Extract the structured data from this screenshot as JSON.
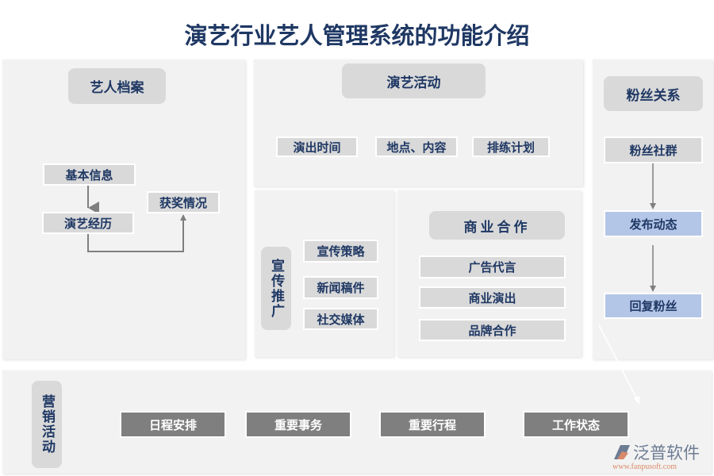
{
  "title": "演艺行业艺人管理系统的功能介绍",
  "artist_profile": {
    "header": "艺人档案",
    "basic_info": "基本信息",
    "career": "演艺经历",
    "awards": "获奖情况"
  },
  "performance": {
    "header": "演艺活动",
    "items": [
      "演出时间",
      "地点、内容",
      "排练计划"
    ]
  },
  "promotion": {
    "header": "宣传推广",
    "items": [
      "宣传策略",
      "新闻稿件",
      "社交媒体"
    ]
  },
  "business": {
    "header": "商业合作",
    "items": [
      "广告代言",
      "商业演出",
      "品牌合作"
    ]
  },
  "fans": {
    "header": "粉丝关系",
    "items": [
      "粉丝社群",
      "发布动态",
      "回复粉丝"
    ]
  },
  "marketing": {
    "header": "营销活动",
    "items": [
      "日程安排",
      "重要事务",
      "重要行程",
      "工作状态"
    ]
  },
  "logo": {
    "name": "泛普软件",
    "url": "www.fanpusoft.com"
  },
  "colors": {
    "title": "#1f3864",
    "panel": "#f2f2f2",
    "box": "#d9d9d9",
    "highlight": "#b4c6e7",
    "dark": "#7f7f7f"
  }
}
